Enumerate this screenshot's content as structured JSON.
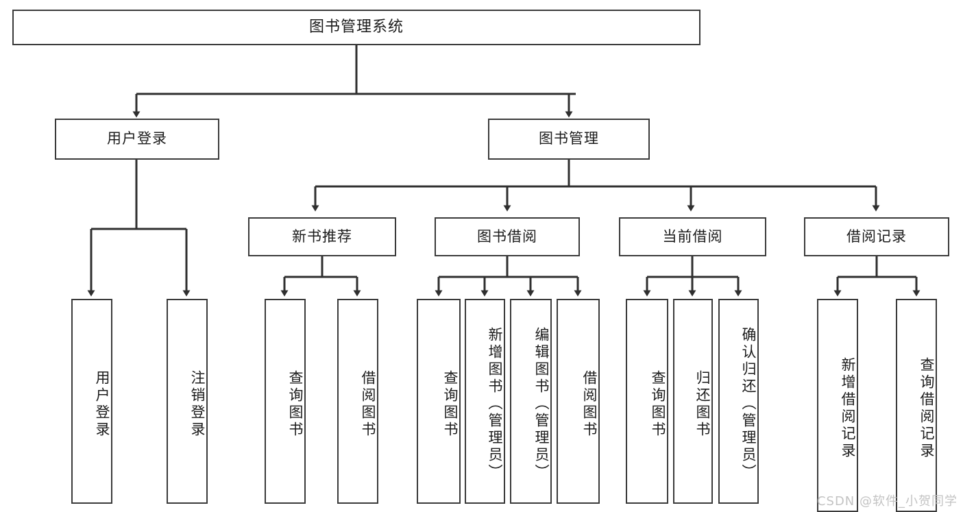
{
  "diagram": {
    "title": "图书管理系统",
    "type": "hierarchy-tree",
    "stroke_color": "#3a3a3a",
    "background_color": "#ffffff",
    "text_color": "#1b1b1b",
    "root": {
      "label": "图书管理系统"
    },
    "level2": [
      {
        "label": "用户登录"
      },
      {
        "label": "图书管理"
      }
    ],
    "level3": [
      {
        "label": "新书推荐"
      },
      {
        "label": "图书借阅"
      },
      {
        "label": "当前借阅"
      },
      {
        "label": "借阅记录"
      }
    ],
    "leaves": {
      "user_login": [
        {
          "label": "用户登录"
        },
        {
          "label": "注销登录"
        }
      ],
      "new_book_recommend": [
        {
          "label": "查询图书"
        },
        {
          "label": "借阅图书"
        }
      ],
      "book_borrow": [
        {
          "label": "查询图书"
        },
        {
          "label": "新增图书（管理员）"
        },
        {
          "label": "编辑图书（管理员）"
        },
        {
          "label": "借阅图书"
        }
      ],
      "current_borrow": [
        {
          "label": "查询图书"
        },
        {
          "label": "归还图书"
        },
        {
          "label": "确认归还（管理员）"
        }
      ],
      "borrow_record": [
        {
          "label": "新增借阅记录"
        },
        {
          "label": "查询借阅记录"
        }
      ]
    }
  },
  "watermark": {
    "text": "CSDN @软件_小贺同学"
  }
}
